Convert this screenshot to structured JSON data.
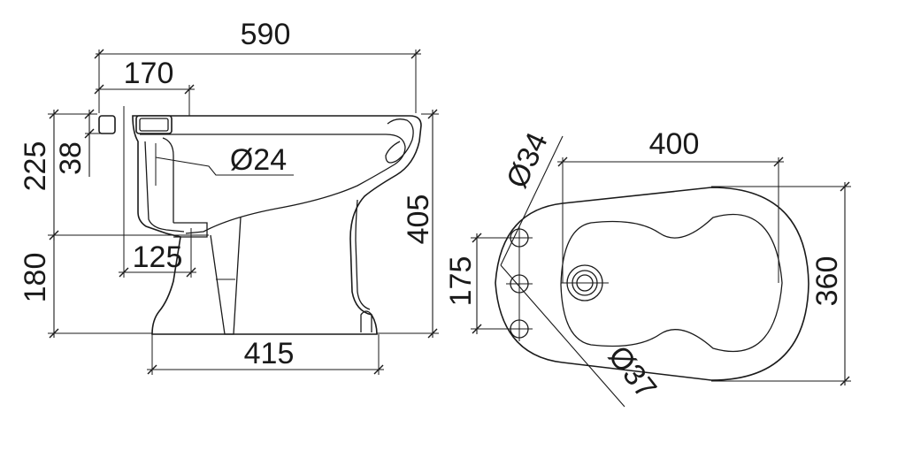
{
  "side_view": {
    "overall_length": "590",
    "tank_offset": "170",
    "height_upper": "225",
    "rim_thickness": "38",
    "outlet_diameter": "Ø24",
    "outlet_offset": "125",
    "height_lower": "180",
    "overall_height": "405",
    "base_length": "415"
  },
  "top_view": {
    "bowl_length": "400",
    "hole_diameter_small": "Ø34",
    "hole_spacing": "175",
    "overall_width": "360",
    "hole_diameter_large": "Ø37"
  }
}
